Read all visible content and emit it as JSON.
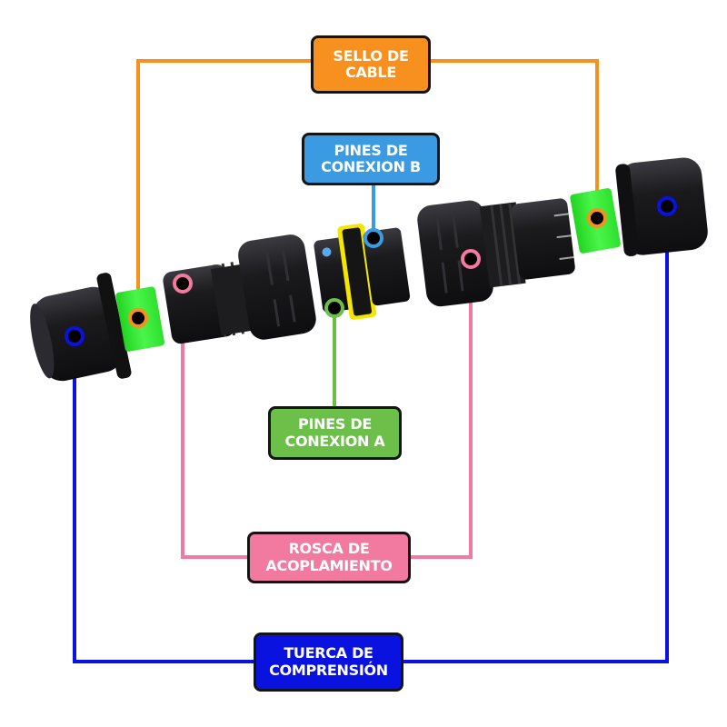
{
  "diagram": {
    "subject": "Conector estanco de cable (despiece)",
    "colors": {
      "sello": "#F7901E",
      "pines_b": "#3A9BE3",
      "pines_a": "#6CC04A",
      "rosca": "#F27AA1",
      "tuerca": "#0A12E0",
      "body": "#1c1c1f",
      "seal_green": "#3CF03C",
      "gasket_yellow": "#F5E600",
      "outline": "#141414"
    },
    "labels": {
      "sello": {
        "line1": "SELLO DE",
        "line2": "CABLE"
      },
      "pines_b": {
        "line1": "PINES DE",
        "line2": "CONEXION B"
      },
      "pines_a": {
        "line1": "PINES DE",
        "line2": "CONEXION A"
      },
      "rosca": {
        "line1": "ROSCA DE",
        "line2": "ACOPLAMIENTO"
      },
      "tuerca": {
        "line1": "TUERCA DE",
        "line2": "COMPRENSIÓN"
      }
    },
    "parts": [
      "tuerca-izquierda",
      "sello-izquierdo",
      "cuerpo-izquierdo",
      "modulo-central",
      "cuerpo-derecho",
      "sello-derecho",
      "tuerca-derecha"
    ]
  }
}
